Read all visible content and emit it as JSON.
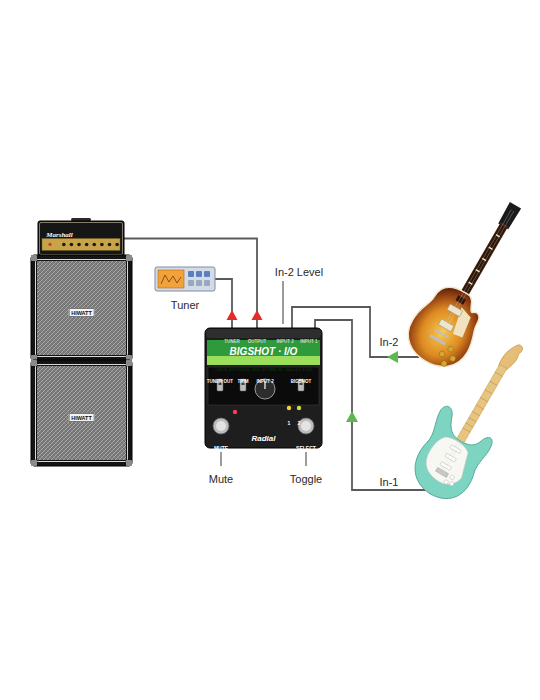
{
  "diagram": {
    "nodes": [
      {
        "text": [
          "Marshall"
        ]
      },
      {
        "text": [
          "HIWATT"
        ]
      },
      {
        "text": [
          "HIWATT"
        ]
      },
      {
        "text": [
          "Tuner"
        ]
      },
      {
        "text": [
          "TUNER",
          "OUTPUT",
          "INPUT 2",
          "INPUT 1",
          "BIGSHOT · I/O",
          "TRUE-BYPASS INSTRUMENT SELECTOR",
          "TUNER OUT",
          "TRIM",
          "INPUT 2",
          "BIGSHOT",
          "1",
          "2",
          "MUTE",
          "SELECT",
          "Radial"
        ]
      }
    ],
    "edges": [
      {
        "from": 4,
        "to": 0,
        "arrow": "to"
      },
      {
        "from": 4,
        "to": 3,
        "arrow": "to"
      }
    ],
    "labels": [
      "In-2 Level",
      "In-2",
      "In-1",
      "Mute",
      "Toggle"
    ]
  }
}
